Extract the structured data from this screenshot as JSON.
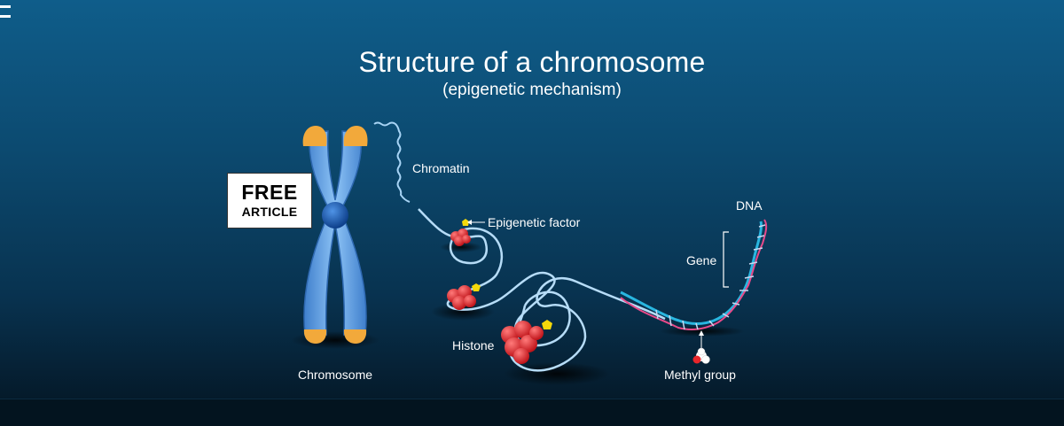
{
  "header": {
    "title": "Structure of a chromosome",
    "subtitle": "(epigenetic mechanism)"
  },
  "labels": {
    "chromatin": "Chromatin",
    "epigenetic_factor": "Epigenetic factor",
    "dna": "DNA",
    "gene": "Gene",
    "histone": "Histone",
    "chromosome": "Chromosome",
    "methyl_group": "Methyl group"
  },
  "badge": {
    "line1": "FREE",
    "line2": "ARTICLE"
  },
  "icons": [
    "menu-icon"
  ],
  "colors": {
    "chromosome": "#5b9be0",
    "telomere": "#f2a93b",
    "centromere": "#1a63c0",
    "histone": "#e8262a",
    "epigenetic_factor": "#f5d90a",
    "dna_strand": "#29b6e0"
  }
}
